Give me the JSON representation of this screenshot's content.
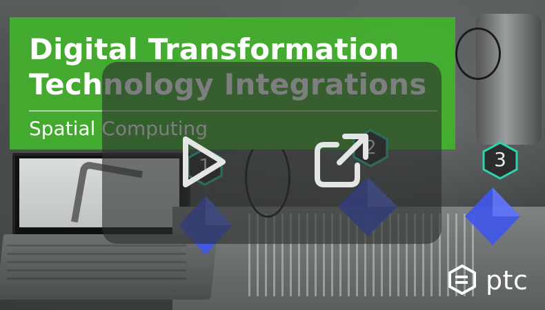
{
  "video": {
    "title_line_1": "Digital Transformation",
    "title_line_2": "Technology Integrations",
    "subtitle": "Spatial Computing"
  },
  "markers": [
    {
      "label": "1"
    },
    {
      "label": "2"
    },
    {
      "label": "3"
    }
  ],
  "controls": {
    "play_icon": "play-icon",
    "share_icon": "share-icon"
  },
  "brand": {
    "logo_text": "ptc"
  },
  "colors": {
    "banner_green": "#42b22d",
    "marker_teal": "#2fd3b0",
    "gem_blue": "#3f57e8"
  }
}
